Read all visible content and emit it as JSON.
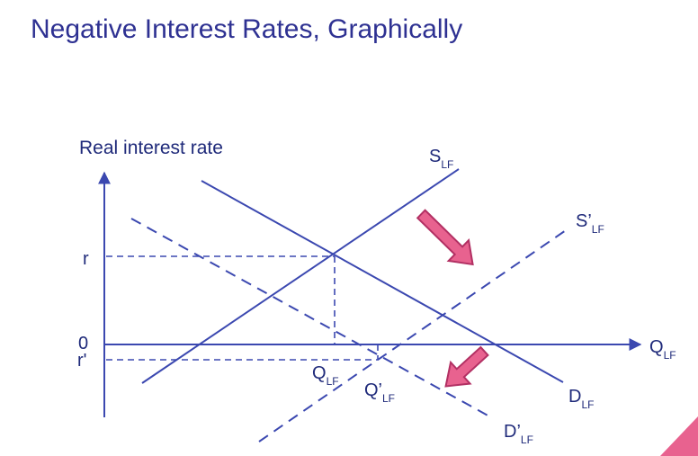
{
  "title": "Negative Interest Rates, Graphically",
  "diagram": {
    "y_axis_label": "Real interest rate",
    "x_axis_label": {
      "main": "Q",
      "sub": "LF"
    },
    "tick_r": "r",
    "tick_zero": "0",
    "tick_r_prime": "r'",
    "q_equilibrium": {
      "main": "Q",
      "sub": "LF"
    },
    "q_prime_equilibrium": {
      "main": "Q’",
      "sub": "LF"
    },
    "supply": {
      "main": "S",
      "sub": "LF"
    },
    "supply_shifted": {
      "main": "S’",
      "sub": "LF"
    },
    "demand": {
      "main": "D",
      "sub": "LF"
    },
    "demand_shifted": {
      "main": "D’",
      "sub": "LF"
    }
  },
  "colors": {
    "title": "#2e3192",
    "lines": "#3b48b0",
    "shift_arrow": "#e8628f",
    "corner_accent": "#e8628f"
  }
}
